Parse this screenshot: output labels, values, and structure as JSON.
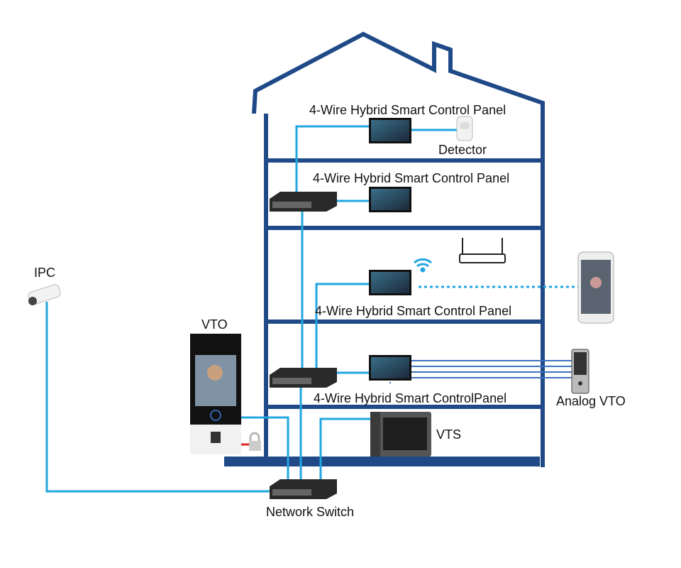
{
  "colors": {
    "house": "#1f4a87",
    "cable": "#21a6e0",
    "lock_wire": "#d22"
  },
  "labels": {
    "panel_top": "4-Wire Hybrid Smart Control Panel",
    "detector": "Detector",
    "panel_second": "4-Wire Hybrid Smart Control Panel",
    "panel_third": "4-Wire Hybrid Smart Control Panel",
    "panel_fourth": "4-Wire Hybrid Smart ControlPanel",
    "ipc": "IPC",
    "vto": "VTO",
    "analog_vto": "Analog VTO",
    "vts": "VTS",
    "network_switch": "Network Switch"
  }
}
